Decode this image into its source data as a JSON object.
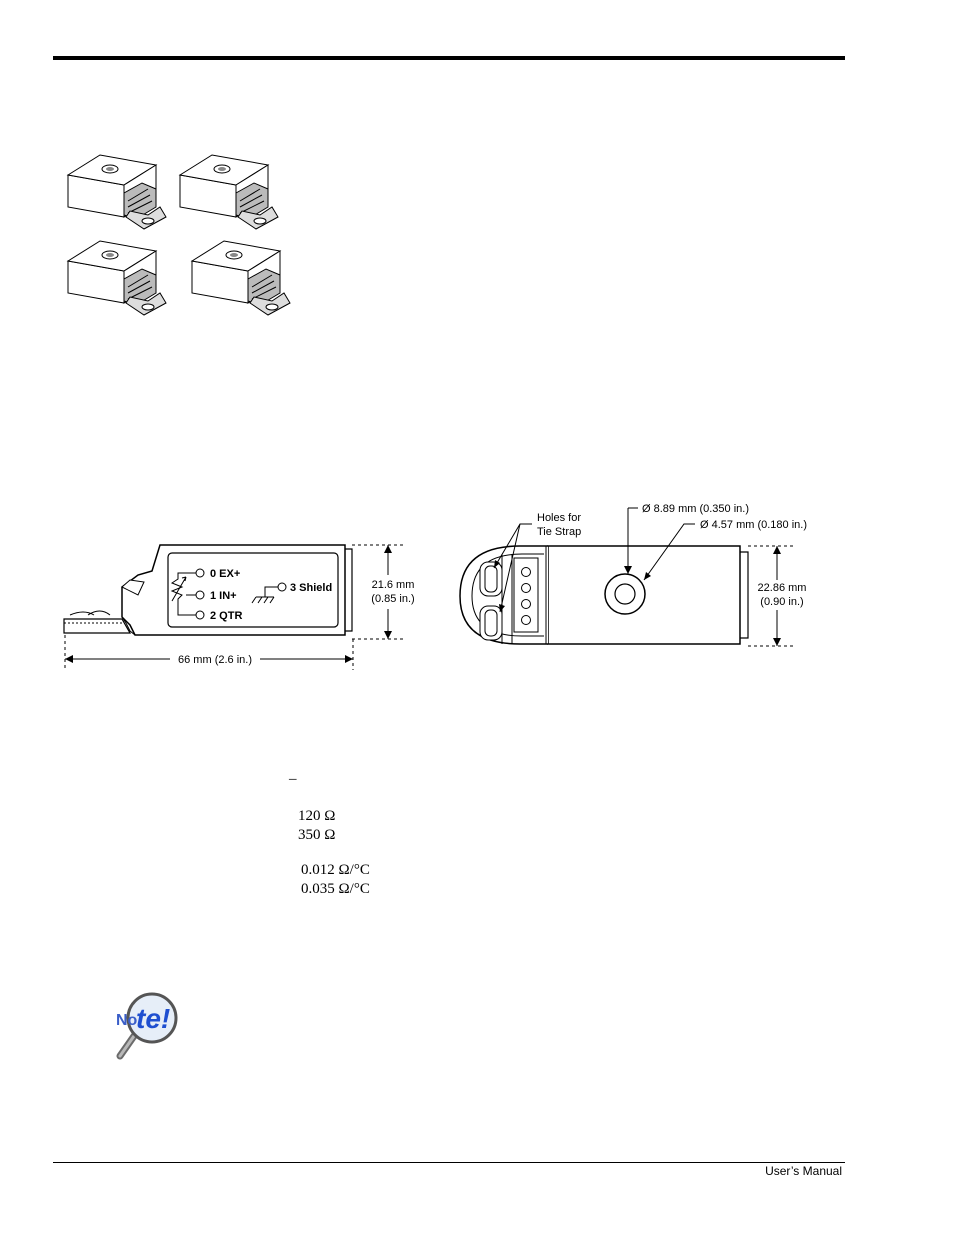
{
  "footer": {
    "text": "User’s Manual"
  },
  "diagram_left": {
    "terminals": [
      "0 EX+",
      "1 IN+",
      "2 QTR",
      "3 Shield"
    ],
    "height_mm": "21.6 mm",
    "height_in": "(0.85 in.)",
    "length": "66 mm (2.6 in.)"
  },
  "diagram_right": {
    "holes_label_line1": "Holes for",
    "holes_label_line2": "Tie Strap",
    "outer_diameter": "Ø 8.89 mm (0.350 in.)",
    "inner_diameter": "Ø 4.57 mm (0.180 in.)",
    "height_mm": "22.86 mm",
    "height_in": "(0.90 in.)"
  },
  "specs": {
    "dash": "–",
    "resistance": [
      "120 Ω",
      "350 Ω"
    ],
    "tempco": [
      "0.012 Ω/°C",
      "0.035 Ω/°C"
    ]
  },
  "note_icon": {
    "label": "Note!"
  }
}
